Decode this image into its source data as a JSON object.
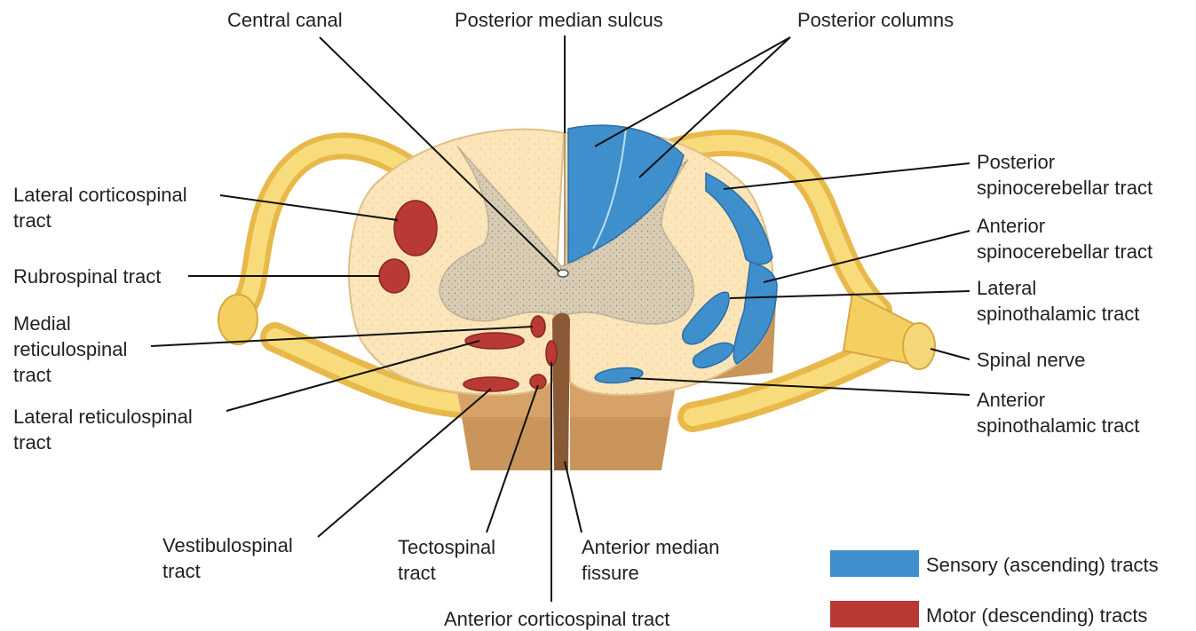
{
  "labels": {
    "central_canal": "Central canal",
    "posterior_median_sulcus": "Posterior median sulcus",
    "posterior_columns": "Posterior columns",
    "lateral_corticospinal_1": "Lateral corticospinal",
    "lateral_corticospinal_2": "tract",
    "rubrospinal": "Rubrospinal tract",
    "medial_reticulospinal_1": "Medial",
    "medial_reticulospinal_2": "reticulospinal",
    "medial_reticulospinal_3": "tract",
    "lateral_reticulospinal_1": "Lateral reticulospinal",
    "lateral_reticulospinal_2": "tract",
    "vestibulospinal_1": "Vestibulospinal",
    "vestibulospinal_2": "tract",
    "tectospinal_1": "Tectospinal",
    "tectospinal_2": "tract",
    "anterior_median_fissure_1": "Anterior median",
    "anterior_median_fissure_2": "fissure",
    "anterior_corticospinal": "Anterior corticospinal tract",
    "posterior_spinocerebellar_1": "Posterior",
    "posterior_spinocerebellar_2": "spinocerebellar tract",
    "anterior_spinocerebellar_1": "Anterior",
    "anterior_spinocerebellar_2": "spinocerebellar tract",
    "lateral_spinothalamic_1": "Lateral",
    "lateral_spinothalamic_2": "spinothalamic tract",
    "spinal_nerve": "Spinal nerve",
    "anterior_spinothalamic_1": "Anterior",
    "anterior_spinothalamic_2": "spinothalamic tract"
  },
  "legend": {
    "sensory": "Sensory (ascending) tracts",
    "motor": "Motor (descending) tracts"
  },
  "colors": {
    "sensory": "#3f8fcd",
    "motor": "#b93a35",
    "white_matter": "#fbe5b9",
    "gray_matter": "#d8ccb4",
    "nerve": "#f4cf62",
    "root": "#c9955a",
    "label_text": "#222222",
    "leader_line": "#111111"
  }
}
